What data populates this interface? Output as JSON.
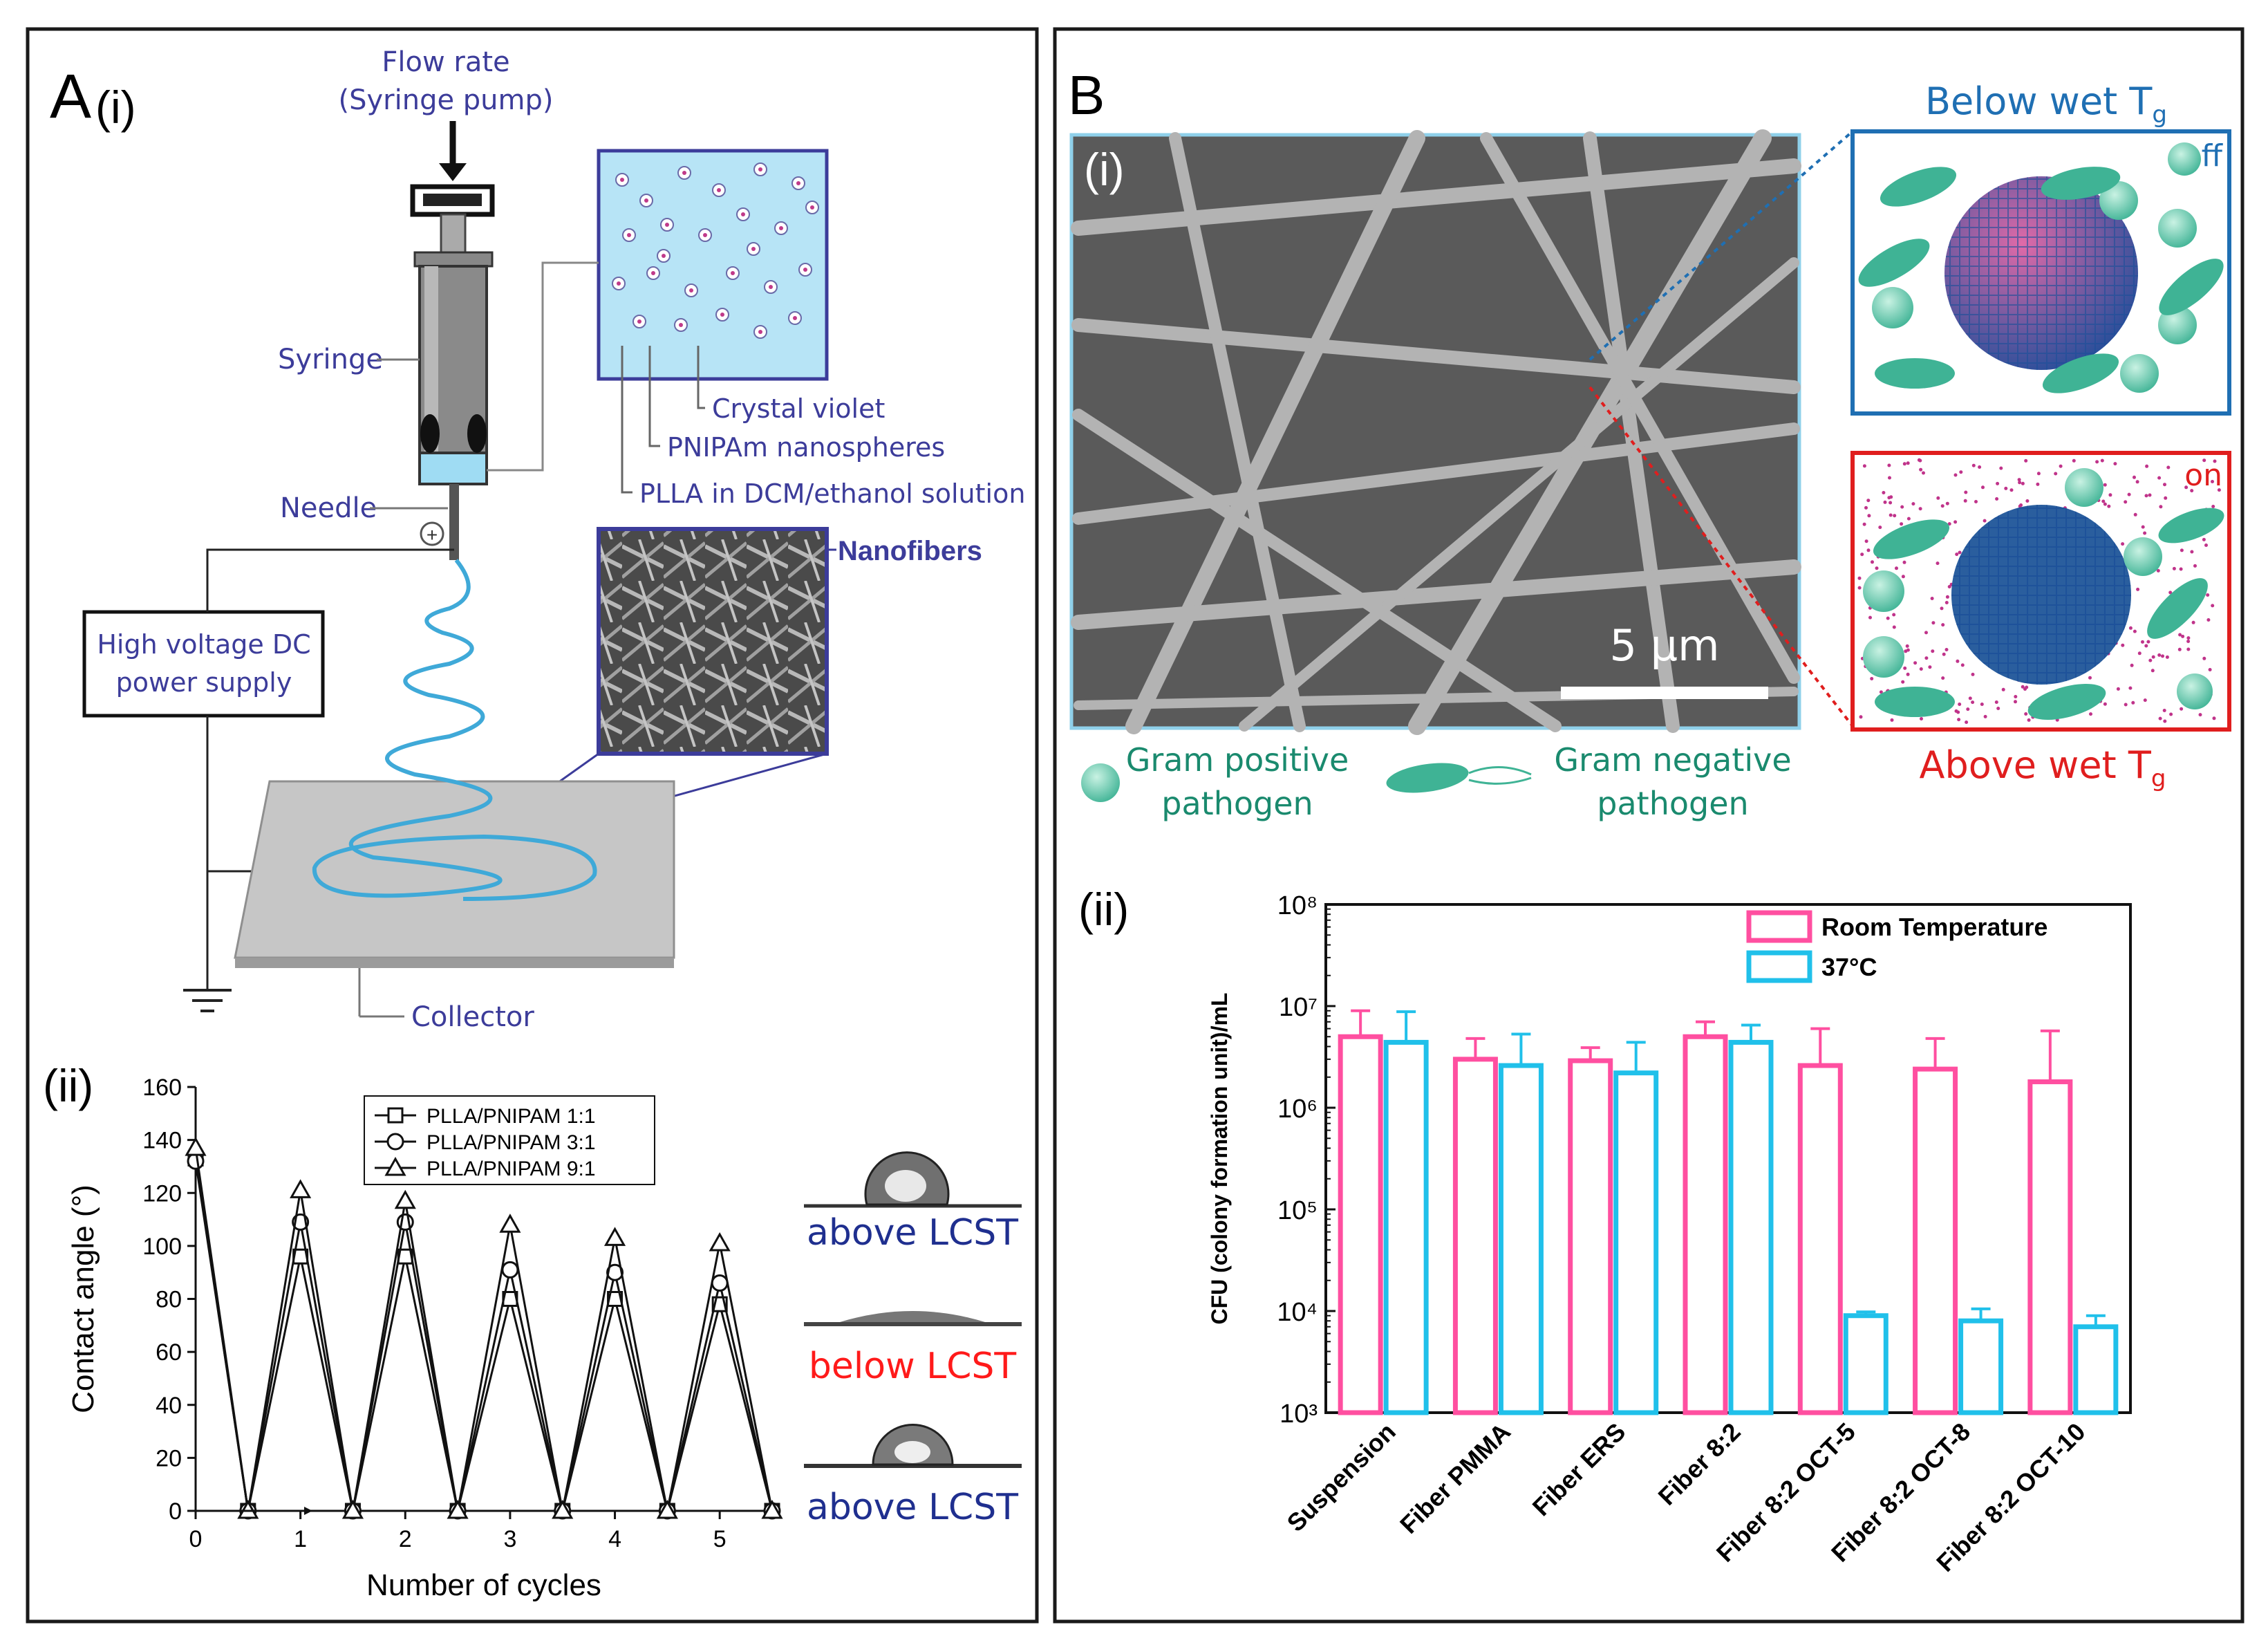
{
  "panelA": {
    "label": "A",
    "sub_i": "(i)",
    "sub_ii": "(ii)",
    "flow_rate_line1": "Flow rate",
    "flow_rate_line2": "(Syringe pump)",
    "syringe": "Syringe",
    "needle": "Needle",
    "power_line1": "High voltage  DC",
    "power_line2": "power supply",
    "collector": "Collector",
    "crystal_violet": "Crystal violet",
    "pnipam": "PNIPAm nanospheres",
    "plla": "PLLA in DCM/ethanol solution",
    "nanofibers": "Nanofibers",
    "plus_sign": "+",
    "drop_labels": [
      "above LCST",
      "below LCST",
      "above LCST"
    ],
    "colors": {
      "above": "#1f2f8f",
      "below": "#ff1a1a",
      "diagram_text": "#3c3c9a",
      "jet": "#3fa9d8"
    }
  },
  "panelB": {
    "label": "B",
    "sub_i": "(i)",
    "sub_ii": "(ii)",
    "scale_bar": "5 μm",
    "below_title": "Below wet T",
    "above_title": "Above wet T",
    "subscript_g": "g",
    "off": "off",
    "on": "on",
    "gram_pos_line1": "Gram positive",
    "gram_pos_line2": "pathogen",
    "gram_neg_line1": "Gram negative",
    "gram_neg_line2": "pathogen",
    "colors": {
      "below": "#1f6fb3",
      "above": "#e01e1e",
      "pathogen_text": "#1a8a6e"
    }
  },
  "chart_data": [
    {
      "type": "line",
      "title": "",
      "xlabel": "Number of cycles",
      "ylabel": "Contact angle (°)",
      "xlim": [
        0,
        5.5
      ],
      "ylim": [
        0,
        160
      ],
      "xticks": [
        0,
        1,
        2,
        3,
        4,
        5
      ],
      "yticks": [
        0,
        20,
        40,
        60,
        80,
        100,
        120,
        140,
        160
      ],
      "x": [
        0,
        0.5,
        1,
        1.5,
        2,
        2.5,
        3,
        3.5,
        4,
        4.5,
        5,
        5.5
      ],
      "series": [
        {
          "name": "PLLA/PNIPAM 1:1",
          "marker": "square",
          "values": [
            133,
            0,
            96,
            0,
            96,
            0,
            80,
            0,
            80,
            0,
            78,
            0
          ]
        },
        {
          "name": "PLLA/PNIPAM 3:1",
          "marker": "circle",
          "values": [
            132,
            0,
            109,
            0,
            109,
            0,
            91,
            0,
            90,
            0,
            86,
            0
          ]
        },
        {
          "name": "PLLA/PNIPAM 9:1",
          "marker": "triangle",
          "values": [
            137,
            0,
            121,
            0,
            117,
            0,
            108,
            0,
            103,
            0,
            101,
            0
          ]
        }
      ],
      "legend_position": "top-center"
    },
    {
      "type": "bar",
      "title": "",
      "xlabel": "",
      "ylabel": "CFU (colony formation unit)/mL",
      "yscale": "log",
      "ylim": [
        1000,
        100000000
      ],
      "ytick_labels": [
        "10³",
        "10⁴",
        "10⁵",
        "10⁶",
        "10⁷",
        "10⁸"
      ],
      "categories": [
        "Suspension",
        "Fiber PMMA",
        "Fiber ERS",
        "Fiber 8:2",
        "Fiber 8:2 OCT-5",
        "Fiber 8:2 OCT-8",
        "Fiber 8:2 OCT-10"
      ],
      "series": [
        {
          "name": "Room Temperature",
          "color": "#ff4fa0",
          "values": [
            5000000,
            3000000,
            2900000,
            5000000,
            2600000,
            2400000,
            1800000
          ],
          "errors_upper": [
            9000000,
            4800000,
            3900000,
            7000000,
            6000000,
            4800000,
            5700000
          ]
        },
        {
          "name": "37°C",
          "color": "#20c0ea",
          "values": [
            4400000,
            2600000,
            2200000,
            4400000,
            9000,
            8000,
            7000
          ],
          "errors_upper": [
            8800000,
            5300000,
            4400000,
            6500000,
            9800,
            10500,
            9000
          ]
        }
      ],
      "legend_position": "top-right"
    }
  ]
}
